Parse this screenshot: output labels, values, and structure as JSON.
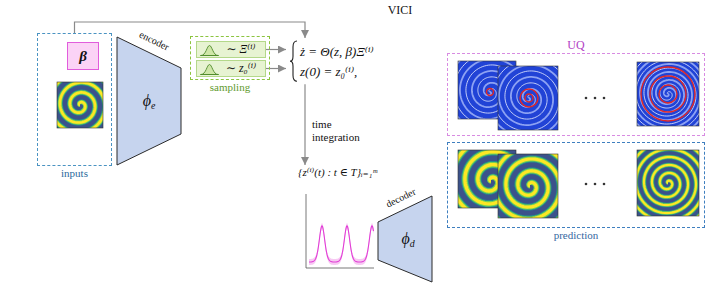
{
  "diagram": {
    "title": "VICI",
    "nodes": [
      {
        "text": [
          "inputs"
        ]
      },
      {
        "text": [
          "β"
        ],
        "in": 0
      },
      {
        "text": [
          "encoder",
          "ϕe"
        ]
      },
      {
        "text": [
          "sampling"
        ]
      },
      {
        "text": [
          "∼ Ξ⁽ⁱ⁾"
        ],
        "in": 3
      },
      {
        "text": [
          "∼ z₀⁽ⁱ⁾"
        ],
        "in": 3
      },
      {
        "text": [
          "ż = Θ(z, β)Ξ⁽ⁱ⁾",
          "z(0) = z₀⁽ⁱ⁾,"
        ]
      },
      {
        "text": [
          "{z⁽ⁱ⁾(t) : t ∈ T}ᵢ₌₁ᵐ"
        ]
      },
      {
        "text": [
          "decoder",
          "ϕd"
        ]
      },
      {
        "text": [
          "UQ"
        ]
      },
      {
        "text": [
          "prediction"
        ]
      }
    ],
    "edges": [
      {
        "from": 0,
        "to": 6,
        "arrow": "to"
      },
      {
        "from": 4,
        "to": 6,
        "arrow": "to"
      },
      {
        "from": 5,
        "to": 6,
        "arrow": "to"
      },
      {
        "from": 6,
        "to": 7,
        "arrow": "to",
        "label": "time integration"
      }
    ]
  }
}
